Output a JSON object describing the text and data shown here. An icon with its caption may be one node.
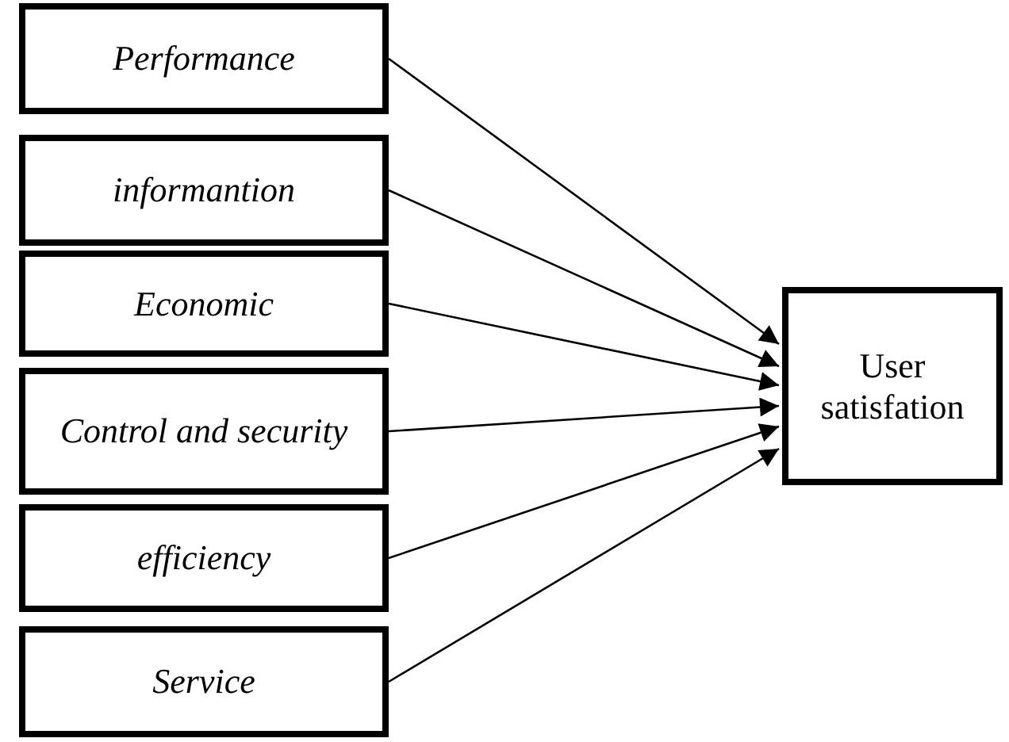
{
  "diagram": {
    "nodes": [
      {
        "text": [
          "Performance"
        ]
      },
      {
        "text": [
          "informantion"
        ]
      },
      {
        "text": [
          "Economic"
        ]
      },
      {
        "text": [
          "Control and security"
        ]
      },
      {
        "text": [
          "efficiency"
        ]
      },
      {
        "text": [
          "Service"
        ]
      },
      {
        "text": [
          "User satisfation"
        ]
      }
    ],
    "edges": [
      {
        "from": 0,
        "to": 6,
        "arrow": "to"
      },
      {
        "from": 1,
        "to": 6,
        "arrow": "to"
      },
      {
        "from": 2,
        "to": 6,
        "arrow": "to"
      },
      {
        "from": 3,
        "to": 6,
        "arrow": "to"
      },
      {
        "from": 4,
        "to": 6,
        "arrow": "to"
      },
      {
        "from": 5,
        "to": 6,
        "arrow": "to"
      }
    ]
  }
}
